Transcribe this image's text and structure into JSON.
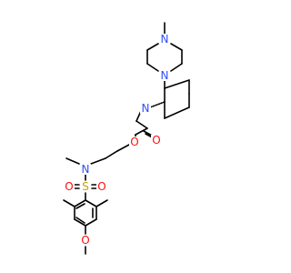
{
  "molecule": {
    "atoms": {
      "N_pip_top": {
        "text": "N",
        "color": "#3050F8"
      },
      "N_pip_bottom": {
        "text": "N",
        "color": "#3050F8"
      },
      "N_amide": {
        "text": "N",
        "color": "#3050F8"
      },
      "O_carbonyl": {
        "text": "O",
        "color": "#FF0D0D"
      },
      "O_ether": {
        "text": "O",
        "color": "#FF0D0D"
      },
      "N_sulfonamide": {
        "text": "N",
        "color": "#3050F8"
      },
      "S": {
        "text": "S",
        "color": "#C8A000"
      },
      "O_sulfonyl_left": {
        "text": "O",
        "color": "#FF0D0D"
      },
      "O_sulfonyl_right": {
        "text": "O",
        "color": "#FF0D0D"
      },
      "O_methoxy": {
        "text": "O",
        "color": "#FF0D0D"
      }
    }
  }
}
